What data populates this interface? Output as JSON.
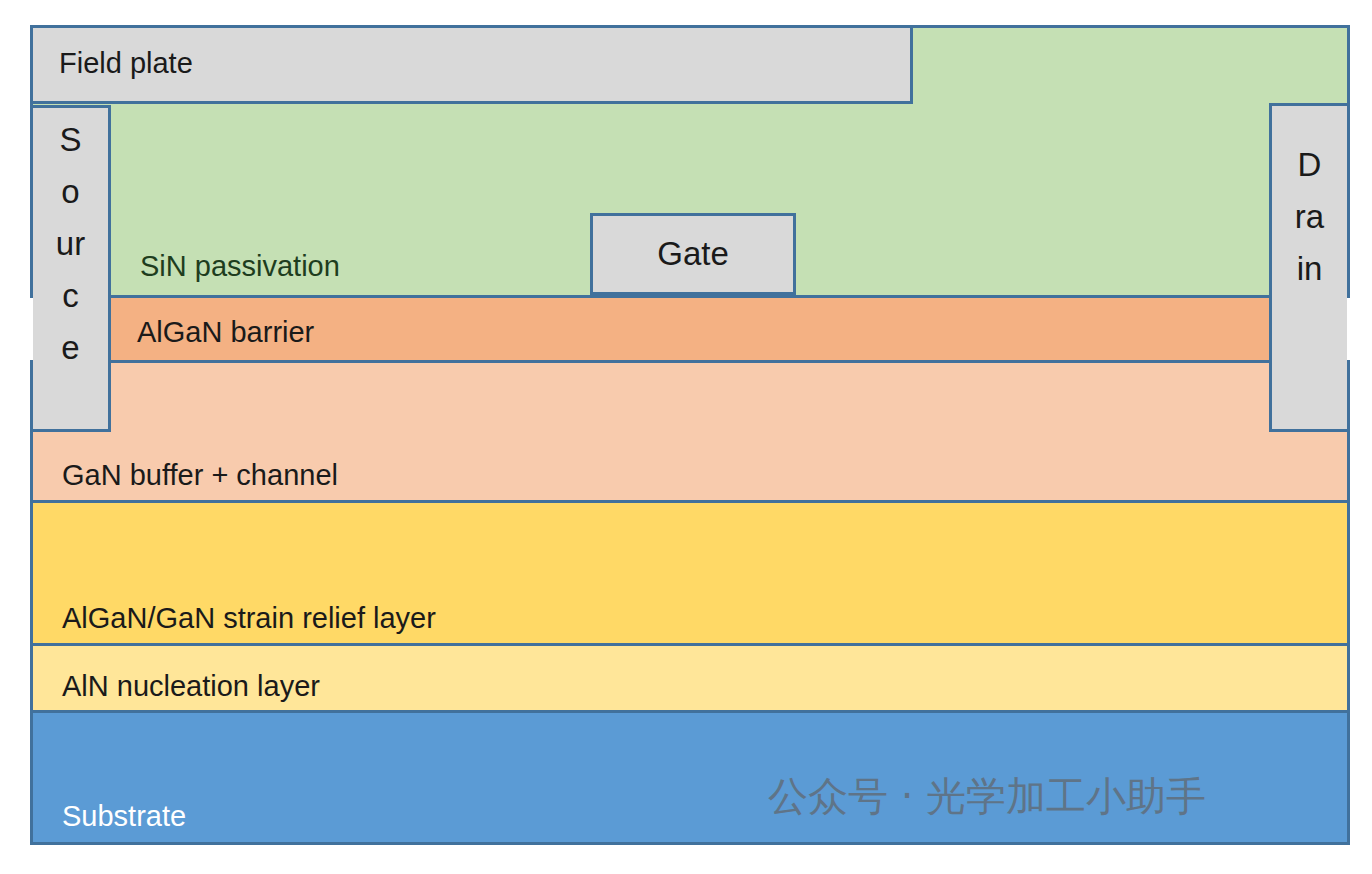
{
  "diagram": {
    "nodes": [
      {
        "text": [
          "SiN passivation"
        ]
      },
      {
        "text": [
          "Field plate"
        ],
        "in": 0
      },
      {
        "text": [
          "Gate"
        ],
        "in": 0
      },
      {
        "text": [
          "Source"
        ]
      },
      {
        "text": [
          "Drain"
        ]
      },
      {
        "text": [
          "AlGaN barrier"
        ]
      },
      {
        "text": [
          "GaN buffer + channel"
        ]
      },
      {
        "text": [
          "AlGaN/GaN strain relief layer"
        ]
      },
      {
        "text": [
          "AlN nucleation layer"
        ]
      },
      {
        "text": [
          "Substrate"
        ]
      }
    ],
    "edges": [],
    "labels": [
      "公众号 · 光学加工小助手"
    ]
  }
}
